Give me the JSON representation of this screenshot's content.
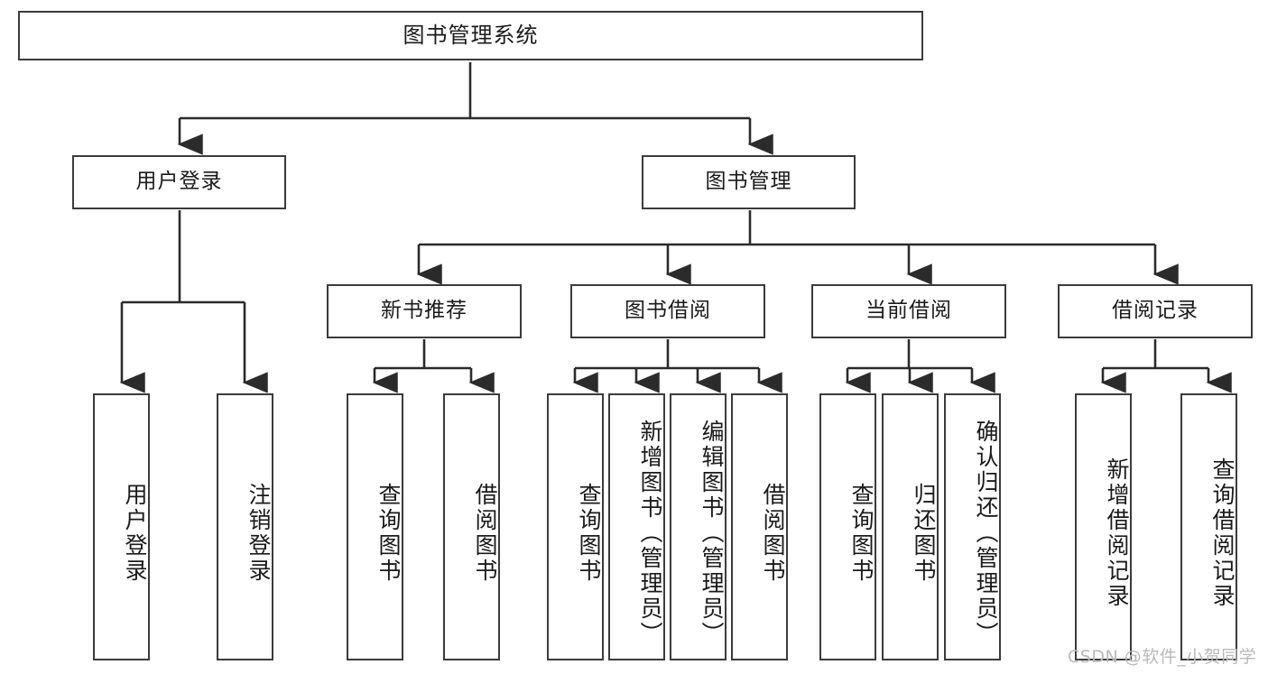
{
  "diagram": {
    "title": "图书管理系统",
    "type": "功能结构图",
    "watermark": "CSDN @软件_小贺同学",
    "colors": {
      "box_border": "#3b3b3b",
      "box_fill": "#ffffff",
      "connector": "#2b2b2b",
      "text": "#1a1a1a",
      "watermark": "#b9b9b9",
      "background": "#ffffff"
    },
    "root": {
      "label": "图书管理系统"
    },
    "level2": [
      {
        "label": "用户登录"
      },
      {
        "label": "图书管理"
      }
    ],
    "level3": [
      {
        "label": "新书推荐"
      },
      {
        "label": "图书借阅"
      },
      {
        "label": "当前借阅"
      },
      {
        "label": "借阅记录"
      }
    ],
    "leaves": {
      "user_login": [
        {
          "label": "用户登录"
        },
        {
          "label": "注销登录"
        }
      ],
      "new_book_recommend": [
        {
          "label": "查询图书"
        },
        {
          "label": "借阅图书"
        }
      ],
      "book_borrow": [
        {
          "label": "查询图书"
        },
        {
          "label": "新增图书（管理员）"
        },
        {
          "label": "编辑图书（管理员）"
        },
        {
          "label": "借阅图书"
        }
      ],
      "current_borrow": [
        {
          "label": "查询图书"
        },
        {
          "label": "归还图书"
        },
        {
          "label": "确认归还（管理员）"
        }
      ],
      "borrow_record": [
        {
          "label": "新增借阅记录"
        },
        {
          "label": "查询借阅记录"
        }
      ]
    }
  }
}
